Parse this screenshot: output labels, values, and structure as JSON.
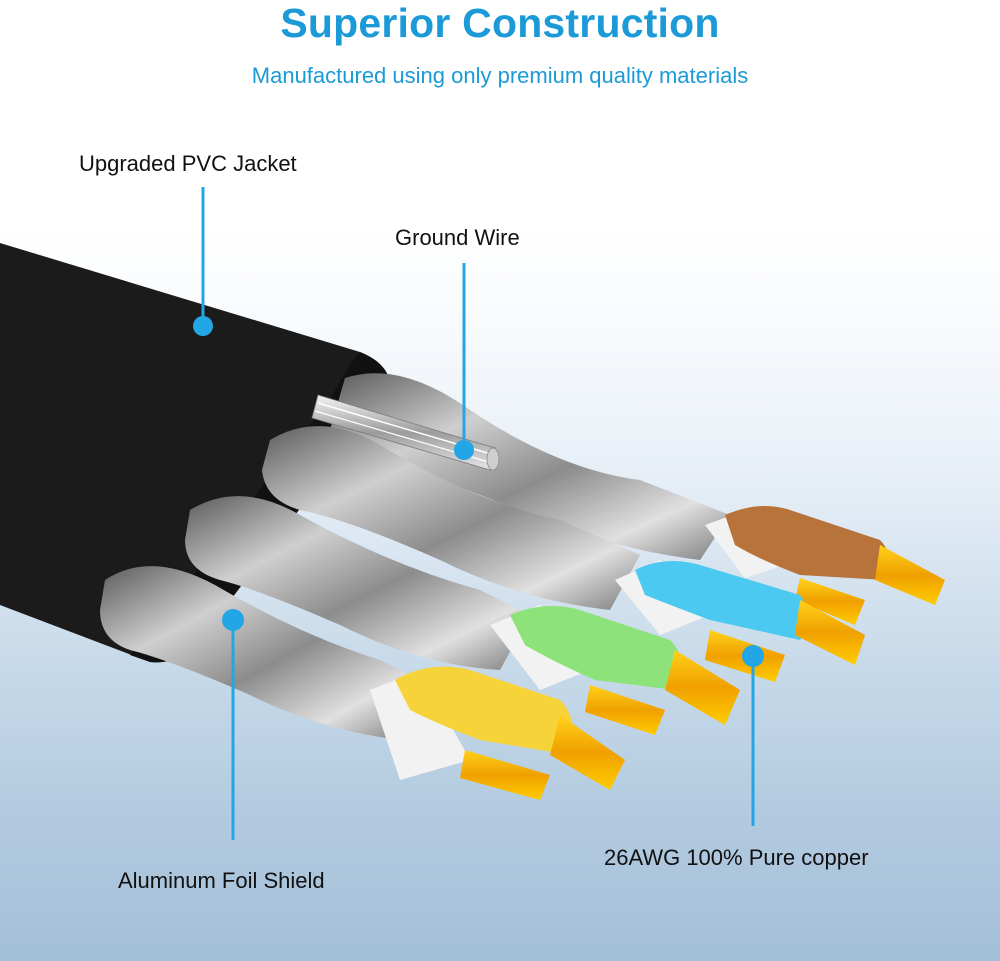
{
  "header": {
    "title": "Superior Construction",
    "subtitle": "Manufactured using only premium quality materials"
  },
  "callouts": [
    {
      "id": "jacket",
      "label": "Upgraded PVC Jacket"
    },
    {
      "id": "ground",
      "label": "Ground Wire"
    },
    {
      "id": "foil",
      "label": "Aluminum Foil Shield"
    },
    {
      "id": "copper",
      "label": "26AWG 100% Pure copper"
    }
  ],
  "colors": {
    "accent": "#1b9ad7",
    "callout_line": "#22a6e6",
    "jacket": "#1a1a1a",
    "foil": "#b8b8b8",
    "copper": "#f5b400",
    "wire_brown": "#b8733a",
    "wire_blue": "#4cc9f0",
    "wire_green": "#8ee27a",
    "wire_yellow": "#f7d33a",
    "wire_white": "#f2f2f2"
  }
}
